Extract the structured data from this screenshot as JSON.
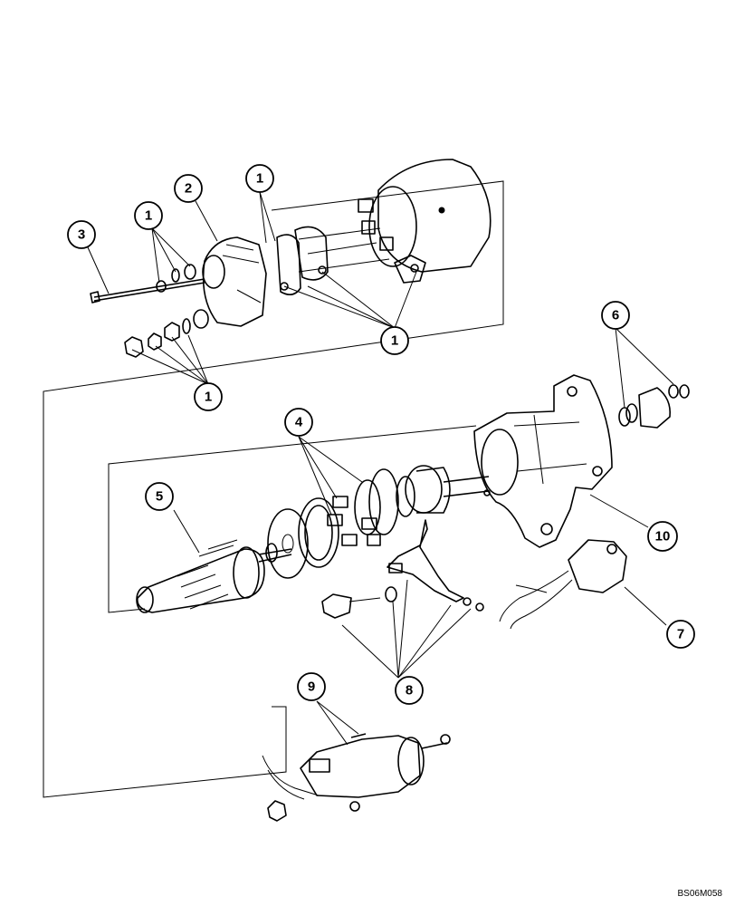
{
  "callouts": [
    "1",
    "2",
    "3",
    "4",
    "5",
    "6",
    "7",
    "8",
    "9",
    "10"
  ],
  "drawing_code": "BS06M058"
}
